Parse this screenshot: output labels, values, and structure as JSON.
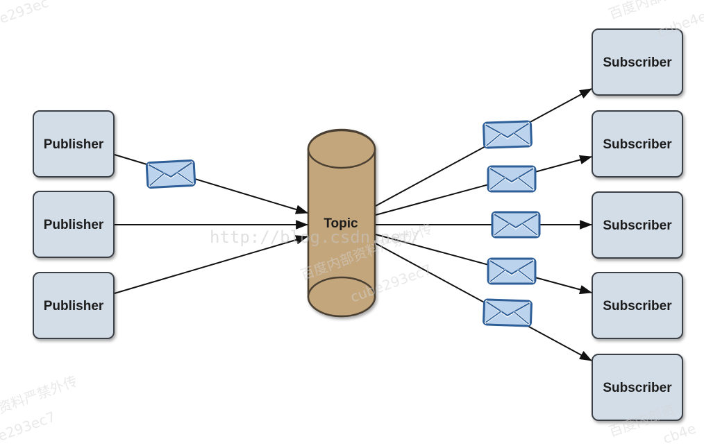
{
  "publishers": [
    {
      "label": "Publisher"
    },
    {
      "label": "Publisher"
    },
    {
      "label": "Publisher"
    }
  ],
  "topic": {
    "label": "Topic"
  },
  "subscribers": [
    {
      "label": "Subscriber"
    },
    {
      "label": "Subscriber"
    },
    {
      "label": "Subscriber"
    },
    {
      "label": "Subscriber"
    },
    {
      "label": "Subscriber"
    }
  ],
  "colors": {
    "box_fill": "#d3dde8",
    "box_stroke": "#3a3f47",
    "topic_fill": "#c4a67c",
    "topic_stroke": "#4a3f33",
    "envelope_fill": "#bcd3ee",
    "envelope_stroke": "#2e5f98",
    "arrow": "#111111"
  },
  "icons": {
    "message": "envelope-icon"
  },
  "watermark": {
    "url": "http://blog.csdn.net/",
    "faint_marks": [
      "e293ec",
      "百度内部资",
      "cube4e",
      "资料严禁外传",
      "e293ec7",
      "百度内部资料严禁外传",
      "cube293ec7",
      "百度内部资",
      "cb4e"
    ]
  }
}
